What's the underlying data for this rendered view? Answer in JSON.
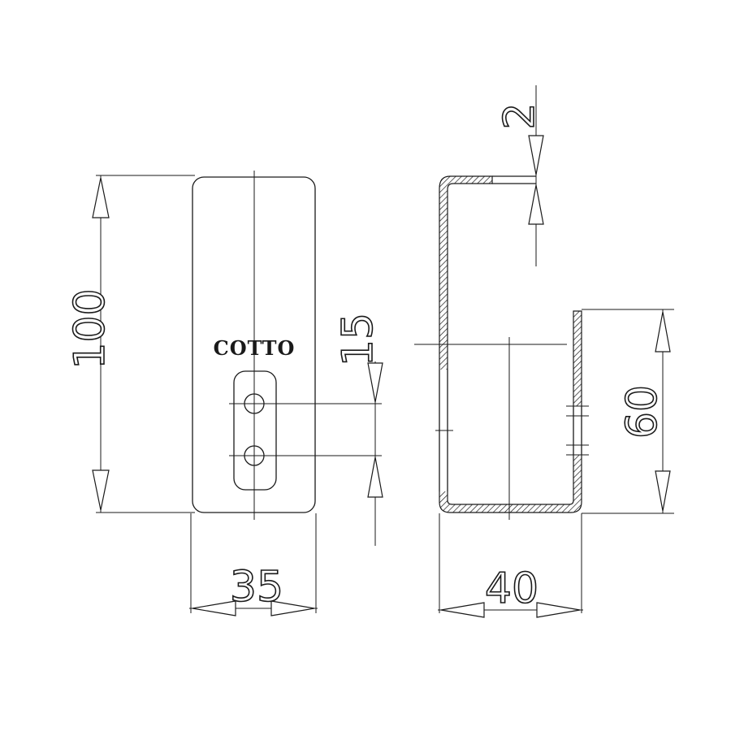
{
  "brand_label": "COTTO",
  "dimensions": {
    "height": "100",
    "width_front": "35",
    "hole_spacing": "15",
    "depth": "40",
    "thickness": "2",
    "hook_height": "60"
  }
}
